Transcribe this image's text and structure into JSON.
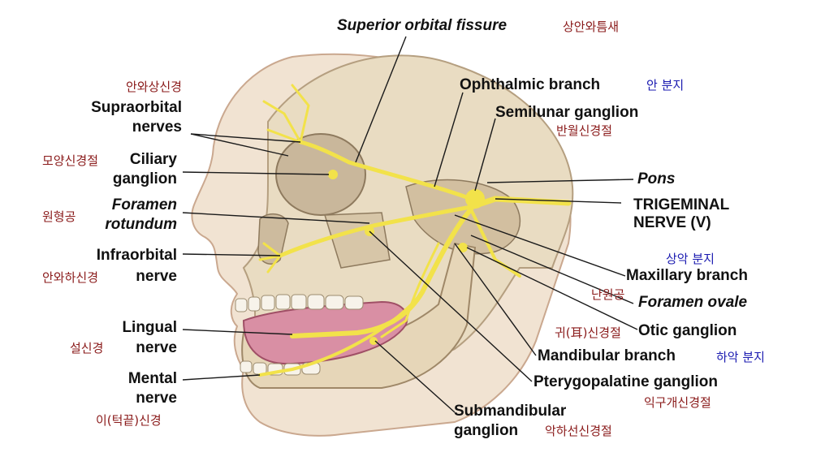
{
  "labels": {
    "superior_orbital_fissure": "Superior orbital fissure",
    "ophthalmic_branch": "Ophthalmic branch",
    "semilunar_ganglion": "Semilunar ganglion",
    "pons": "Pons",
    "trigeminal_line1": "TRIGEMINAL",
    "trigeminal_line2": "NERVE (V)",
    "maxillary_branch": "Maxillary branch",
    "foramen_ovale": "Foramen ovale",
    "otic_ganglion": "Otic ganglion",
    "mandibular_branch": "Mandibular branch",
    "pterygopalatine_ganglion": "Pterygopalatine ganglion",
    "submandibular_line1": "Submandibular",
    "submandibular_line2": "ganglion",
    "supraorbital_line1": "Supraorbital",
    "supraorbital_line2": "nerves",
    "ciliary_line1": "Ciliary",
    "ciliary_line2": "ganglion",
    "foramen_rotundum_line1": "Foramen",
    "foramen_rotundum_line2": "rotundum",
    "infraorbital_line1": "Infraorbital",
    "infraorbital_line2": "nerve",
    "lingual_line1": "Lingual",
    "lingual_line2": "nerve",
    "mental_line1": "Mental",
    "mental_line2": "nerve"
  },
  "korean": {
    "superior_orbital_fissure": "상안와틈새",
    "ophthalmic_branch": "안 분지",
    "semilunar_ganglion": "반월신경절",
    "maxillary_branch": "상악 분지",
    "foramen_ovale": "난원공",
    "otic_ganglion": "귀(耳)신경절",
    "mandibular_branch": "하악 분지",
    "pterygopalatine_ganglion": "익구개신경절",
    "submandibular_ganglion": "악하선신경절",
    "supraorbital": "안와상신경",
    "ciliary": "모양신경절",
    "foramen_rotundum": "원형공",
    "infraorbital": "안와하신경",
    "lingual": "설신경",
    "mental": "이(턱끝)신경"
  },
  "colors": {
    "nerve": "#f2e24a",
    "bone": "#e9dcc2",
    "skin": "#f1e3d2",
    "tongue": "#d98fa4",
    "korean_red": "#8a1a1a",
    "korean_blue": "#1a1ab0",
    "leader": "#1a1a1a"
  }
}
